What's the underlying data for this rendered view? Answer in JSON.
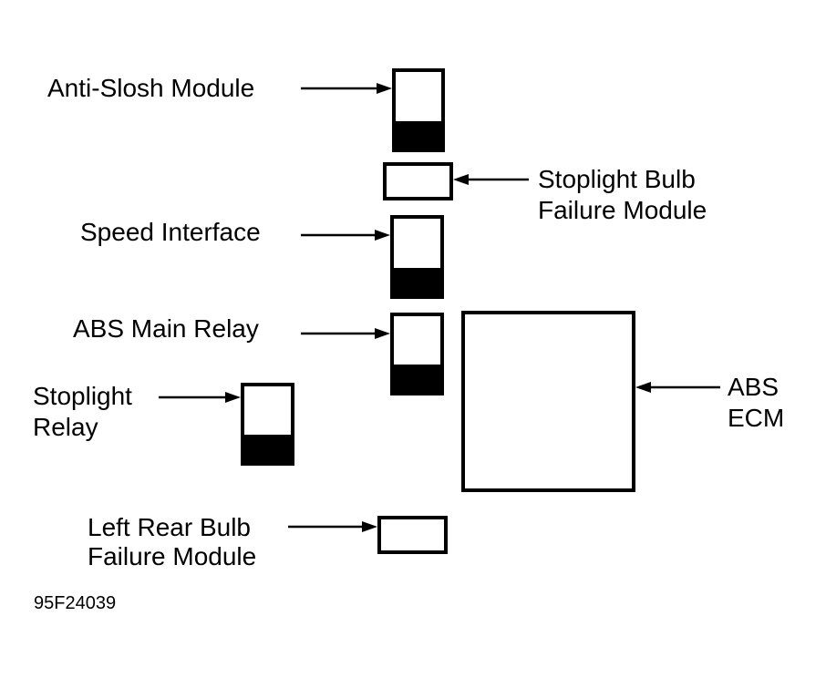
{
  "components": {
    "anti_slosh_module": {
      "label": "Anti-Slosh Module"
    },
    "stoplight_bulb_failure_module": {
      "label_line1": "Stoplight Bulb",
      "label_line2": "Failure Module"
    },
    "speed_interface": {
      "label": "Speed Interface"
    },
    "abs_main_relay": {
      "label": "ABS Main Relay"
    },
    "stoplight_relay": {
      "label_line1": "Stoplight",
      "label_line2": "Relay"
    },
    "abs_ecm": {
      "label_line1": "ABS",
      "label_line2": "ECM"
    },
    "left_rear_bulb_failure_module": {
      "label_line1": "Left Rear Bulb",
      "label_line2": "Failure Module"
    }
  },
  "figure_code": "95F24039"
}
